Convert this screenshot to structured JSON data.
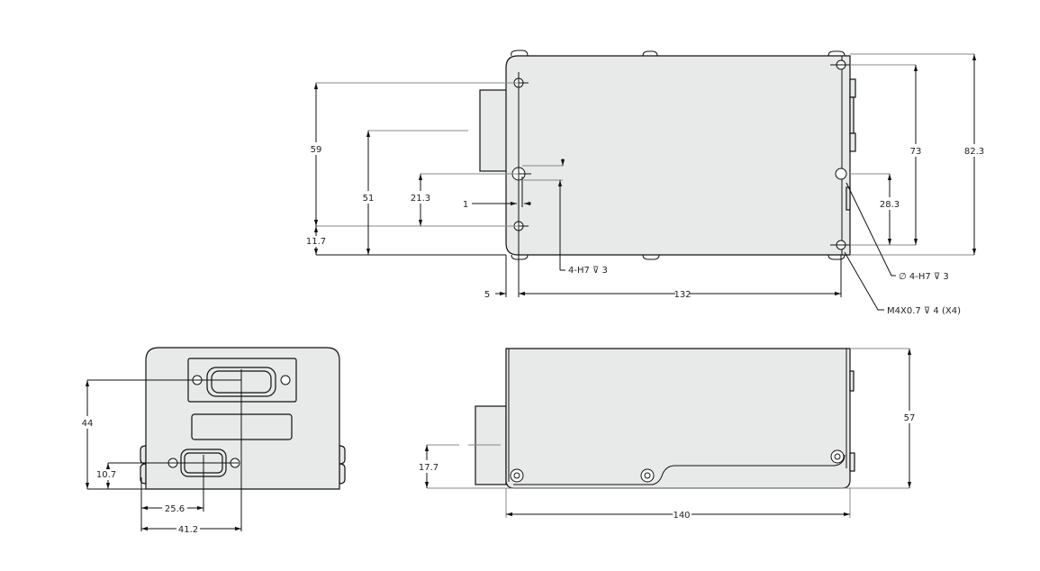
{
  "top_view": {
    "dims": {
      "d59": "59",
      "d51": "51",
      "d21_3": "21.3",
      "d11_7": "11.7",
      "d1": "1",
      "d73": "73",
      "d82_3": "82.3",
      "d28_3": "28.3",
      "d5": "5",
      "d132": "132"
    },
    "callouts": {
      "pin_holes": "4-H7 ⊽ 3",
      "dia_holes": "∅ 4-H7 ⊽ 3",
      "thread_holes": "M4X0.7 ⊽ 4 (X4)"
    }
  },
  "front_view": {
    "dims": {
      "d44": "44",
      "d10_7": "10.7",
      "d25_6": "25.6",
      "d41_2": "41.2"
    }
  },
  "side_view": {
    "dims": {
      "d57": "57",
      "d17_7": "17.7",
      "d140": "140"
    }
  }
}
